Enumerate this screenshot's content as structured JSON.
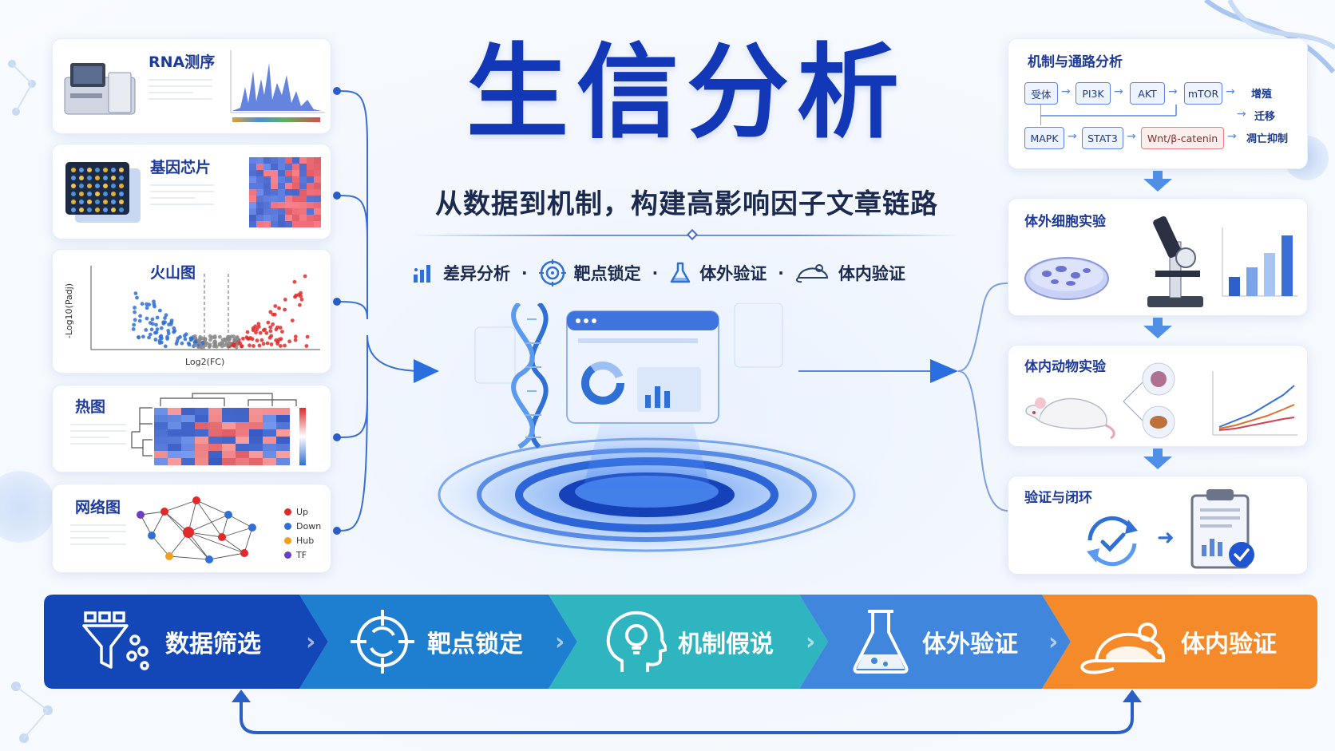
{
  "title": "生信分析",
  "subtitle": "从数据到机制，构建高影响因子文章链路",
  "features": [
    {
      "label": "差异分析",
      "icon": "bar-chart-icon"
    },
    {
      "label": "靶点锁定",
      "icon": "target-icon"
    },
    {
      "label": "体外验证",
      "icon": "flask-icon"
    },
    {
      "label": "体内验证",
      "icon": "mouse-icon"
    }
  ],
  "left_cards": {
    "rna": {
      "title": "RNA测序"
    },
    "chip": {
      "title": "基因芯片"
    },
    "volcano": {
      "title": "火山图",
      "xlabel": "Log2(FC)",
      "ylabel": "-Log10(Padj)"
    },
    "heatmap": {
      "title": "热图"
    },
    "network": {
      "title": "网络图",
      "legend": [
        "Up",
        "Down",
        "Hub",
        "TF"
      ]
    }
  },
  "right_cards": {
    "pathway": {
      "title": "机制与通路分析",
      "row1": [
        "受体",
        "PI3K",
        "AKT",
        "mTOR"
      ],
      "row2": [
        "MAPK",
        "STAT3",
        "Wnt/β-catenin"
      ],
      "outcomes": [
        "增殖",
        "迁移",
        "凋亡抑制"
      ]
    },
    "invitro": {
      "title": "体外细胞实验"
    },
    "invivo": {
      "title": "体内动物实验"
    },
    "validation": {
      "title": "验证与闭环"
    }
  },
  "steps": [
    {
      "label": "数据筛选",
      "color": "#1347b8",
      "icon": "funnel-icon"
    },
    {
      "label": "靶点锁定",
      "color": "#1e7ed0",
      "icon": "crosshair-icon"
    },
    {
      "label": "机制假说",
      "color": "#2fb5c0",
      "icon": "lightbulb-head-icon"
    },
    {
      "label": "体外验证",
      "color": "#3f86dc",
      "icon": "flask-icon"
    },
    {
      "label": "体内验证",
      "color": "#f48a2a",
      "icon": "mouse-icon"
    }
  ],
  "colors": {
    "primary": "#1238b8",
    "up": "#e02a2a",
    "down": "#2f6fd6",
    "hub": "#f0a020",
    "tf": "#6a3fc0"
  }
}
